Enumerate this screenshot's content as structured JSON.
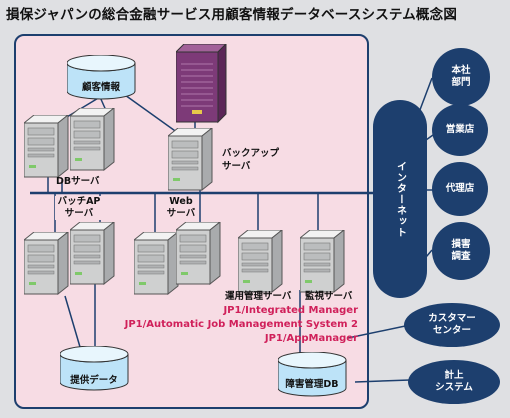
{
  "title": "損保ジャパンの総合金融サービス用顧客情報データベースシステム概念図",
  "colors": {
    "background": "#dfe0e3",
    "lan_area": "#f7dce4",
    "navy": "#1d3f6e",
    "product_text": "#d0205a",
    "server_body": "#cfd0d0",
    "tape_library": "#7d3a78"
  },
  "labels": {
    "customer_db": "顧客情報",
    "db_server": "DBサーバ",
    "backup_server_1": "バックアップ",
    "backup_server_2": "サーバ",
    "batch_ap_server_1": "バッチAP",
    "batch_ap_server_2": "サーバ",
    "web_server_1": "Web",
    "web_server_2": "サーバ",
    "ops_management_server": "運用管理サーバ",
    "monitoring_server": "監視サーバ",
    "provided_data": "提供データ",
    "incident_db": "障害管理DB"
  },
  "products": [
    "JP1/Integrated Manager",
    "JP1/Automatic Job Management System 2",
    "JP1/AppManager"
  ],
  "internet": "インターネット",
  "external_nodes": {
    "head_office": [
      "本社",
      "部門"
    ],
    "sales_office": [
      "営業店"
    ],
    "agency": [
      "代理店"
    ],
    "claims": [
      "損害",
      "調査"
    ],
    "customer_center": [
      "カスタマー",
      "センター"
    ],
    "accounting_system": [
      "計上",
      "システム"
    ]
  },
  "icons": [
    "database-cylinder-icon",
    "server-tower-icon",
    "tape-library-icon"
  ]
}
